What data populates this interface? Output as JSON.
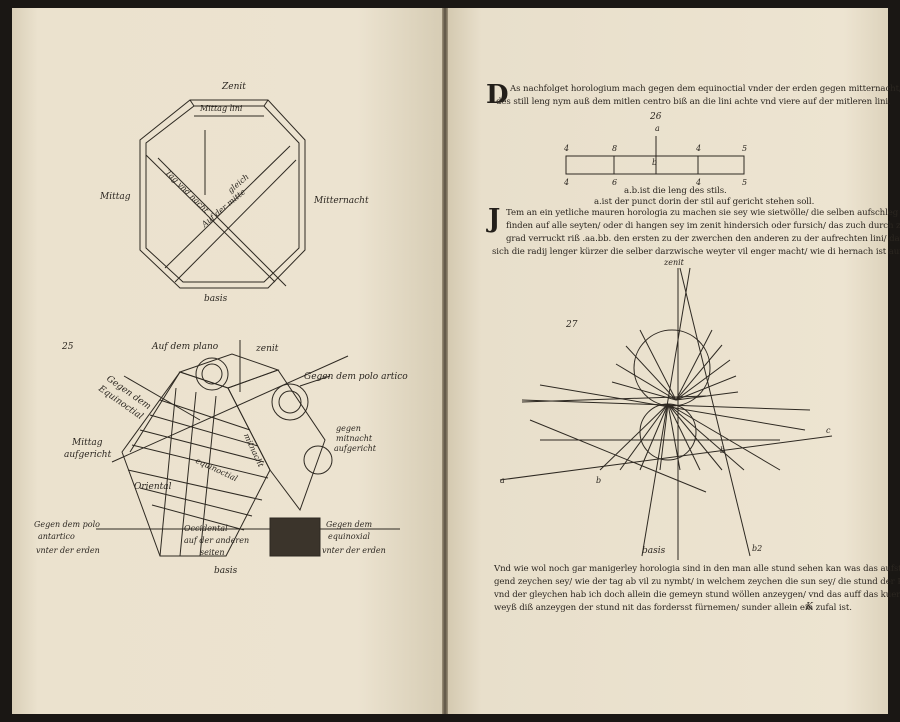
{
  "left_page": {
    "octagon": {
      "label_top": "Zenit",
      "label_top_band": "Mittag lini",
      "label_left": "Mittag",
      "label_right": "Mitternacht",
      "label_bottom": "basis",
      "diag_upper": "Tag vnd nacht",
      "diag_right": "gleich",
      "diag_lower": "Auf der mitte"
    },
    "figure_number": "25",
    "cube": {
      "top_a": "Auf dem plano",
      "top_b": "zenit",
      "equinox_a": "Gegen dem",
      "equinox_b": "Equinoctial",
      "pole_arctic": "Gegen dem polo artico",
      "midday_a": "Mittag",
      "midday_b": "aufgericht",
      "midnight_a": "gegen",
      "midnight_b": "mitnacht",
      "midnight_c": "aufgericht",
      "mitnacht": "mitnacht",
      "equinoctial_face": "equinoctial",
      "oriental": "Oriental",
      "occidental_a": "Occidental",
      "occidental_b": "auf der anderen",
      "occidental_c": "seiten",
      "basis": "basis",
      "bottom_left_a": "Gegen dem polo",
      "bottom_left_b": "antartico",
      "bottom_left_c": "vnter der erden",
      "bottom_right_a": "Gegen dem",
      "bottom_right_b": "equinoxial",
      "bottom_right_c": "vnter der erden"
    }
  },
  "right_page": {
    "para1_drop": "D",
    "para1_l1": "As nachfolget horologium mach gegen dem equinoctial vnder der erden gegen mitternacht/",
    "para1_l2": "des still leng nym auß dem mitlen centro biß an die lini achte vnd viere auf der mitleren lini.",
    "fig26_number": "26",
    "scale_top_a": "a",
    "scale_labels": [
      "4",
      "8",
      "b",
      "4",
      "5"
    ],
    "scale_bottom": [
      "4",
      "6",
      "4",
      "5"
    ],
    "caption1": "a.b.ist die leng des stils.",
    "caption2": "a.ist der punct dorin der stil auf gericht stehen soll.",
    "para2_drop": "J",
    "para2_l1": "Tem an ein yetliche mauren horologia zu machen sie sey wie sietwölle/ die selben aufschleg zu",
    "para2_l2": "finden auf alle seyten/ oder di hangen sey im zenit hindersich oder fursich/ das zuch durch zwen",
    "para2_l3": "grad verruckt riß .aa.bb. den ersten zu der zwerchen den anderen zu der aufrechten lini/ daran",
    "para2_l4": "sich die radij lenger kürzer die selber darzwische weyter vil enger macht/ wie di hernach ist aufgerisse",
    "fig27_number": "27",
    "zenit_label": "zenit",
    "basis_label": "basis",
    "label_a_left": "a",
    "label_b_left": "b",
    "label_b_right": "b",
    "label_c": "c",
    "bottom_right_label": "b2",
    "para3_l1": "Vnd wie wol noch gar manigerley horologia sind in den man alle stund sehen kan was das aufsteg",
    "para3_l2": "gend zeychen sey/ wie der tag ab vil zu nymbt/ in welchem zeychen die sun sey/ die stund der Planete",
    "para3_l3": "vnd der gleychen hab ich doch allein die gemeyn stund wöllen anzeygen/ vnd das auff das kuerzist die",
    "para3_l4": "weyß diß anzeygen der stund nit das fordersst fürnemen/ sunder allein ein zufal ist.",
    "catchword": "K"
  }
}
